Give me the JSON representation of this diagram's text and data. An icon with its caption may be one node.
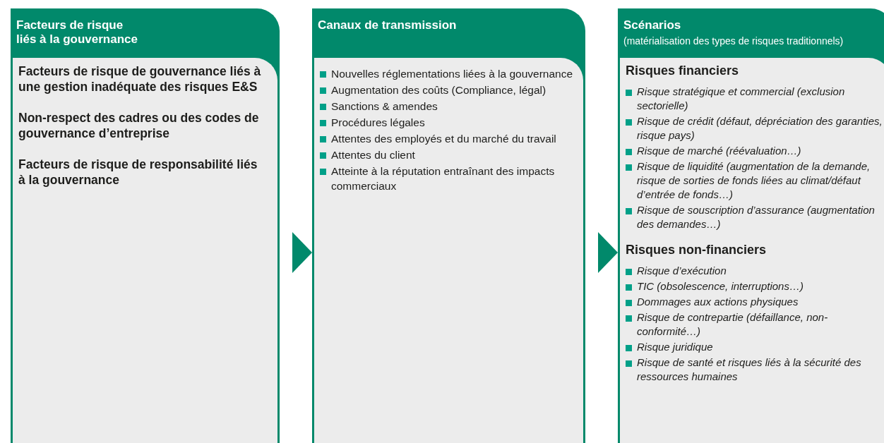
{
  "diagram": {
    "nodes": [
      {
        "text": [
          "Facteurs de risque liés à la gouvernance"
        ]
      },
      {
        "text": [
          "Canaux de transmission"
        ]
      },
      {
        "text": [
          "Scénarios",
          "(matérialisation des types de risques traditionnels)"
        ]
      },
      {
        "text": [
          "Facteurs de risque de gouvernance liés à une gestion inadéquate des risques E&S",
          "Non-respect des cadres ou des codes de gouvernance d’entreprise",
          "Facteurs de risque de responsabilité liés à la gouvernance"
        ],
        "in": 0
      },
      {
        "text": [
          "Nouvelles réglementations liées à la gouvernance",
          "Augmentation des coûts (Compliance, légal)",
          "Sanctions & amendes",
          "Procédures légales",
          "Attentes des employés et du marché du travail",
          "Attentes du client",
          "Atteinte à la réputation entraînant des impacts commerciaux"
        ],
        "in": 1
      },
      {
        "text": [
          "Risques financiers",
          "Risque stratégique et commercial (exclusion sectorielle)",
          "Risque de crédit (défaut, dépréciation des garanties, risque pays)",
          "Risque de marché (réévaluation…)",
          "Risque de liquidité (augmentation de la demande, risque de sorties de fonds liées au climat/défaut d’entrée de fonds…)",
          "Risque de souscription d’assurance (augmentation des demandes…)",
          "Risques non-financiers",
          "Risque d’exécution",
          "TIC (obsolescence, interruptions…)",
          "Dommages aux actions physiques",
          "Risque de contrepartie (défaillance, non-conformité…)",
          "Risque juridique",
          "Risque de santé et risques liés à la sécurité des ressources humaines"
        ],
        "in": 2
      }
    ],
    "edges": [
      {
        "from": 0,
        "to": 1,
        "arrow": "to"
      },
      {
        "from": 1,
        "to": 2,
        "arrow": "to"
      }
    ]
  }
}
